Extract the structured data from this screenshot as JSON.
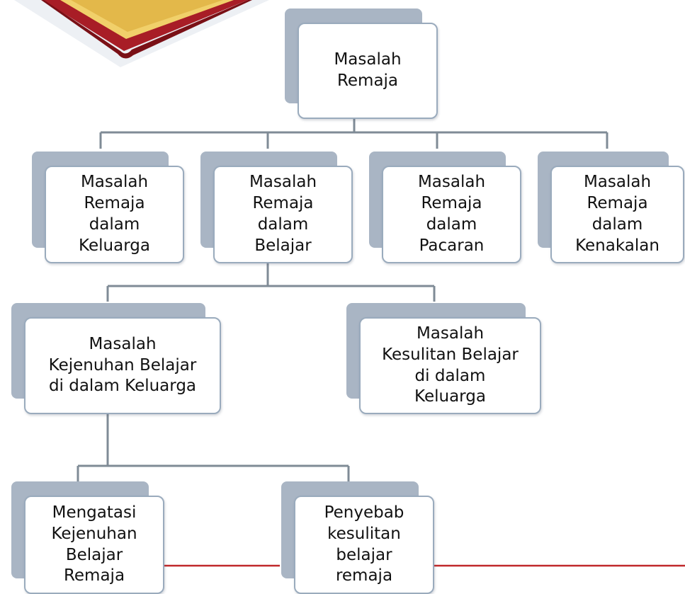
{
  "colors": {
    "connector": "#7f8b96",
    "card_back": "#a9b5c4",
    "card_border": "#9aabbd",
    "red_line": "#c0282a",
    "book_cover": "#b3202a",
    "book_pages": "#f1d06a"
  },
  "icon": "book-icon",
  "nodes": {
    "root": "Masalah\nRemaja",
    "keluarga": "Masalah\nRemaja\ndalam\nKeluarga",
    "belajar": "Masalah\nRemaja\ndalam\nBelajar",
    "pacaran": "Masalah\nRemaja\ndalam\nPacaran",
    "kenakalan": "Masalah\nRemaja\ndalam\nKenakalan",
    "kejenuhan": "Masalah\nKejenuhan Belajar\ndi dalam Keluarga",
    "kesulitan": "Masalah\nKesulitan Belajar\ndi dalam\nKeluarga",
    "mengatasi": "Mengatasi\nKejenuhan\nBelajar\nRemaja",
    "penyebab": "Penyebab\nkesulitan\nbelajar\nremaja"
  }
}
